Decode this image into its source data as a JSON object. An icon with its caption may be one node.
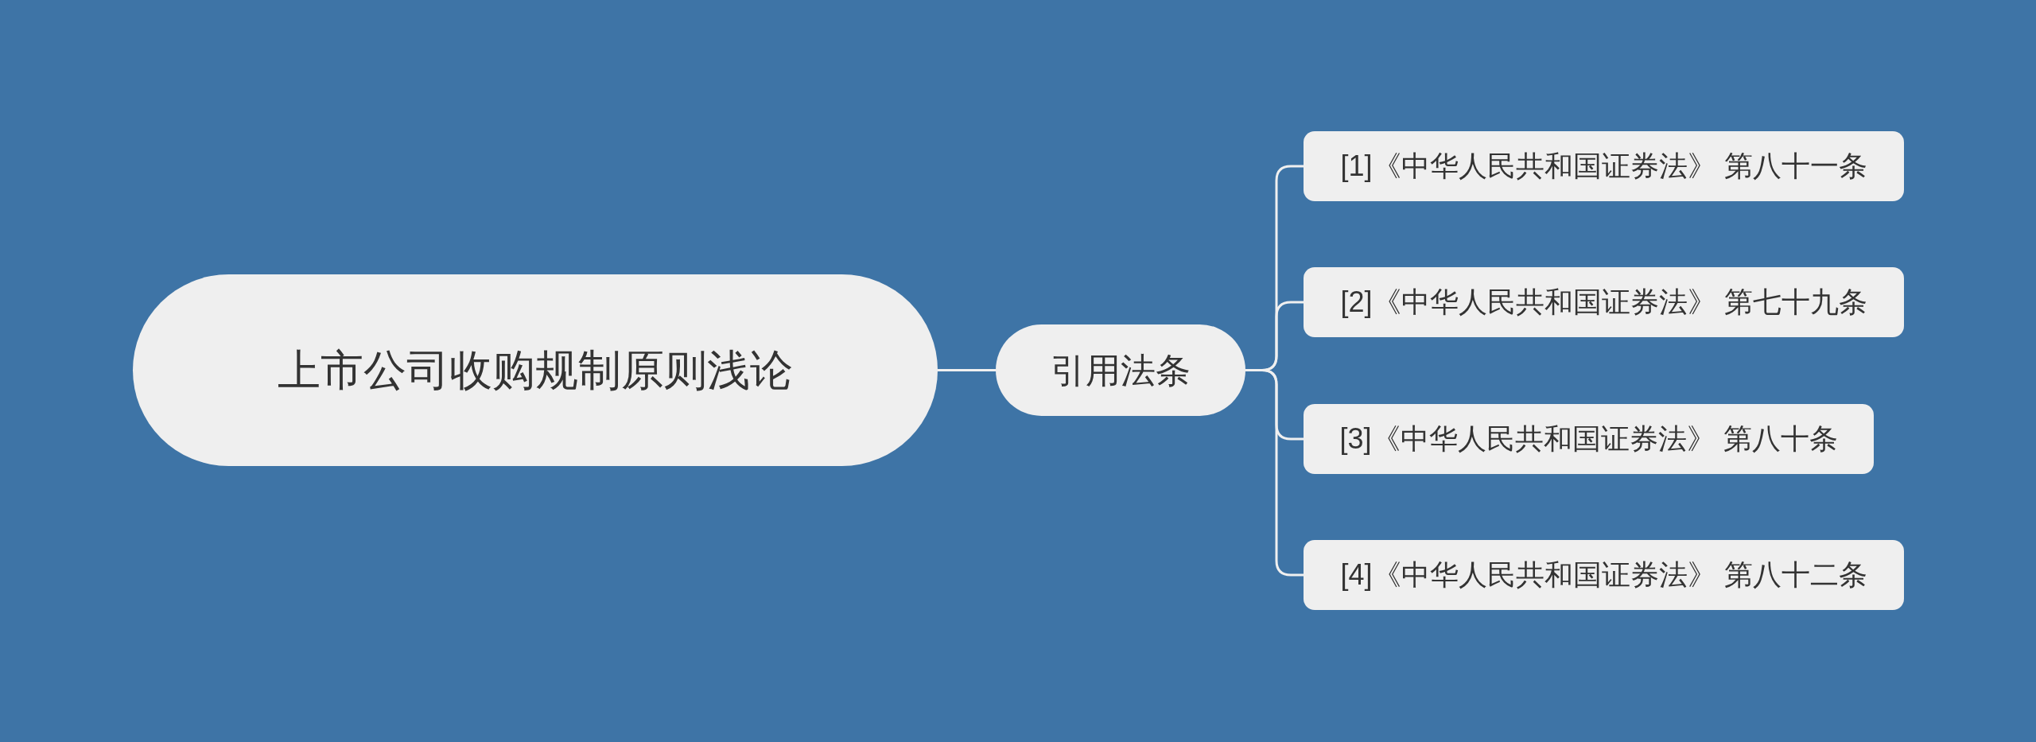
{
  "diagram": {
    "nodes": [
      {
        "text": [
          "上市公司收购规制原则浅论"
        ]
      },
      {
        "text": [
          "引用法条"
        ]
      },
      {
        "text": [
          "[1]《中华人民共和国证券法》 第八十一条"
        ]
      },
      {
        "text": [
          "[2]《中华人民共和国证券法》 第七十九条"
        ]
      },
      {
        "text": [
          "[3]《中华人民共和国证券法》 第八十条"
        ]
      },
      {
        "text": [
          "[4]《中华人民共和国证券法》 第八十二条"
        ]
      }
    ],
    "edges": [
      {
        "from": 0,
        "to": 1,
        "arrow": "none"
      },
      {
        "from": 1,
        "to": 2,
        "arrow": "none"
      },
      {
        "from": 1,
        "to": 3,
        "arrow": "none"
      },
      {
        "from": 1,
        "to": 4,
        "arrow": "none"
      },
      {
        "from": 1,
        "to": 5,
        "arrow": "none"
      }
    ]
  }
}
